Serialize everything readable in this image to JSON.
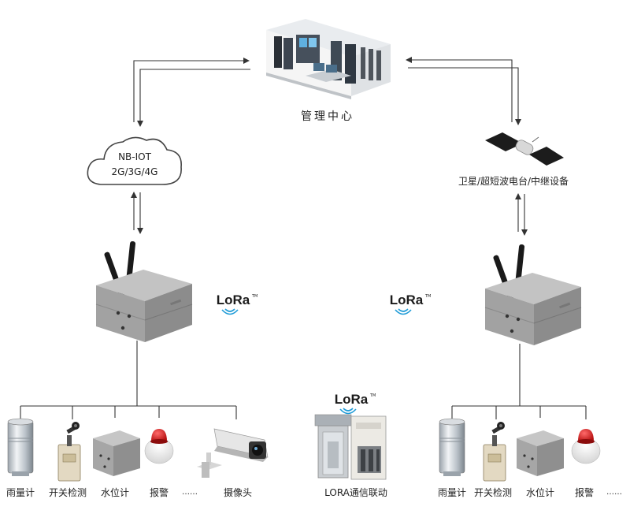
{
  "center": {
    "label": "管理中心"
  },
  "cloud": {
    "line1": "NB-IOT",
    "line2": "2G/3G/4G"
  },
  "satellite": {
    "label": "卫星/超短波电台/中继设备"
  },
  "lora": {
    "text": "LoRa",
    "tm": "TM"
  },
  "left_devices": {
    "rain": "雨量计",
    "switch": "开关检测",
    "water": "水位计",
    "alarm": "报警",
    "ellipsis": "……",
    "camera": "摄像头"
  },
  "middle": {
    "label": "LORA通信联动"
  },
  "right_devices": {
    "rain": "雨量计",
    "switch": "开关检测",
    "water": "水位计",
    "alarm": "报警",
    "ellipsis": "……"
  },
  "colors": {
    "line": "#333333",
    "cloud_stroke": "#444444",
    "alarm_red": "#d21f1f",
    "lora_wave": "#1e9bd7"
  }
}
